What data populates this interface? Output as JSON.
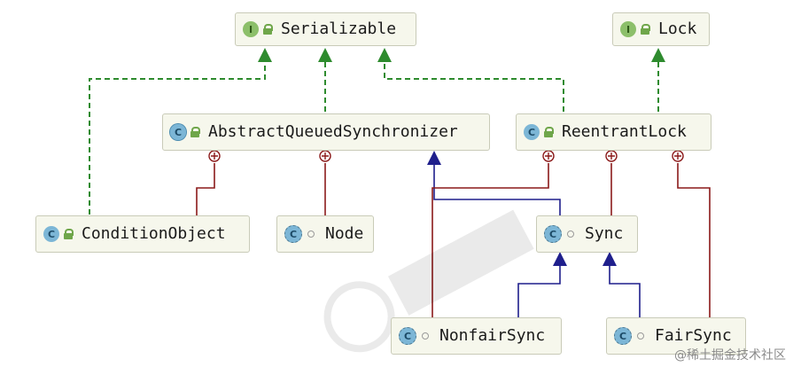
{
  "nodes": {
    "serializable": {
      "label": "Serializable",
      "badge": "I"
    },
    "lock": {
      "label": "Lock",
      "badge": "I"
    },
    "aqs": {
      "label": "AbstractQueuedSynchronizer",
      "badge": "C"
    },
    "reentrantlock": {
      "label": "ReentrantLock",
      "badge": "C"
    },
    "conditionobject": {
      "label": "ConditionObject",
      "badge": "C"
    },
    "node": {
      "label": "Node",
      "badge": "C"
    },
    "sync": {
      "label": "Sync",
      "badge": "C"
    },
    "nonfairsync": {
      "label": "NonfairSync",
      "badge": "C"
    },
    "fairsync": {
      "label": "FairSync",
      "badge": "C"
    }
  },
  "watermark": "@稀土掘金技术社区",
  "colors": {
    "implements": "#2e8b2e",
    "extends": "#1f1f8c",
    "inner": "#8b1a1a",
    "node_fill": "#f6f7ec",
    "node_border": "#c9cbb8"
  }
}
